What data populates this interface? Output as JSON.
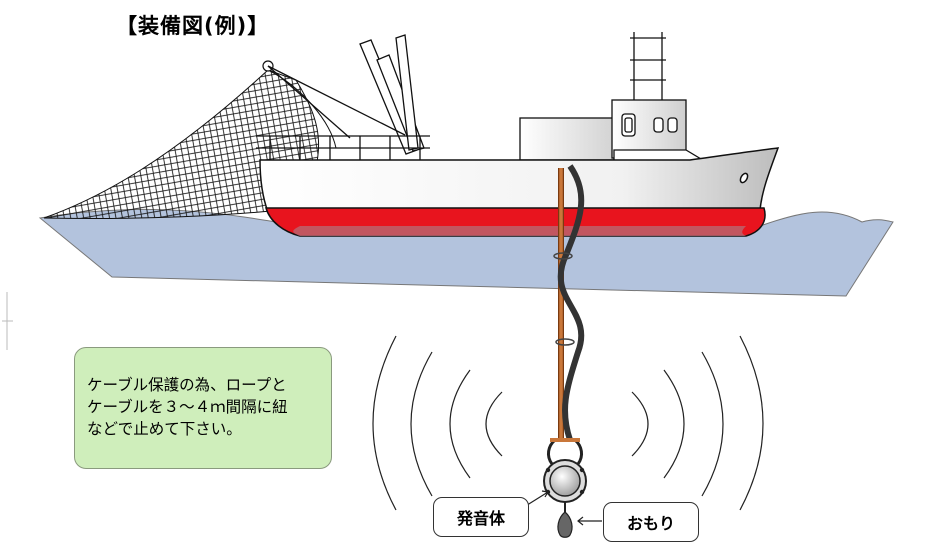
{
  "title": "【装備図(例)】",
  "note": {
    "lines": [
      "ケーブル保護の為、ロープと",
      "ケーブルを３～４ｍ間隔に紐",
      "などで止めて下さい。"
    ]
  },
  "labels": {
    "emitter": "発音体",
    "weight": "おもり"
  },
  "colors": {
    "sea": "#b3c3dd",
    "hull_red": "#e8141e",
    "note_bg": "#cfeebb",
    "rope": "#c06a2a",
    "cable": "#3a3a3a"
  }
}
